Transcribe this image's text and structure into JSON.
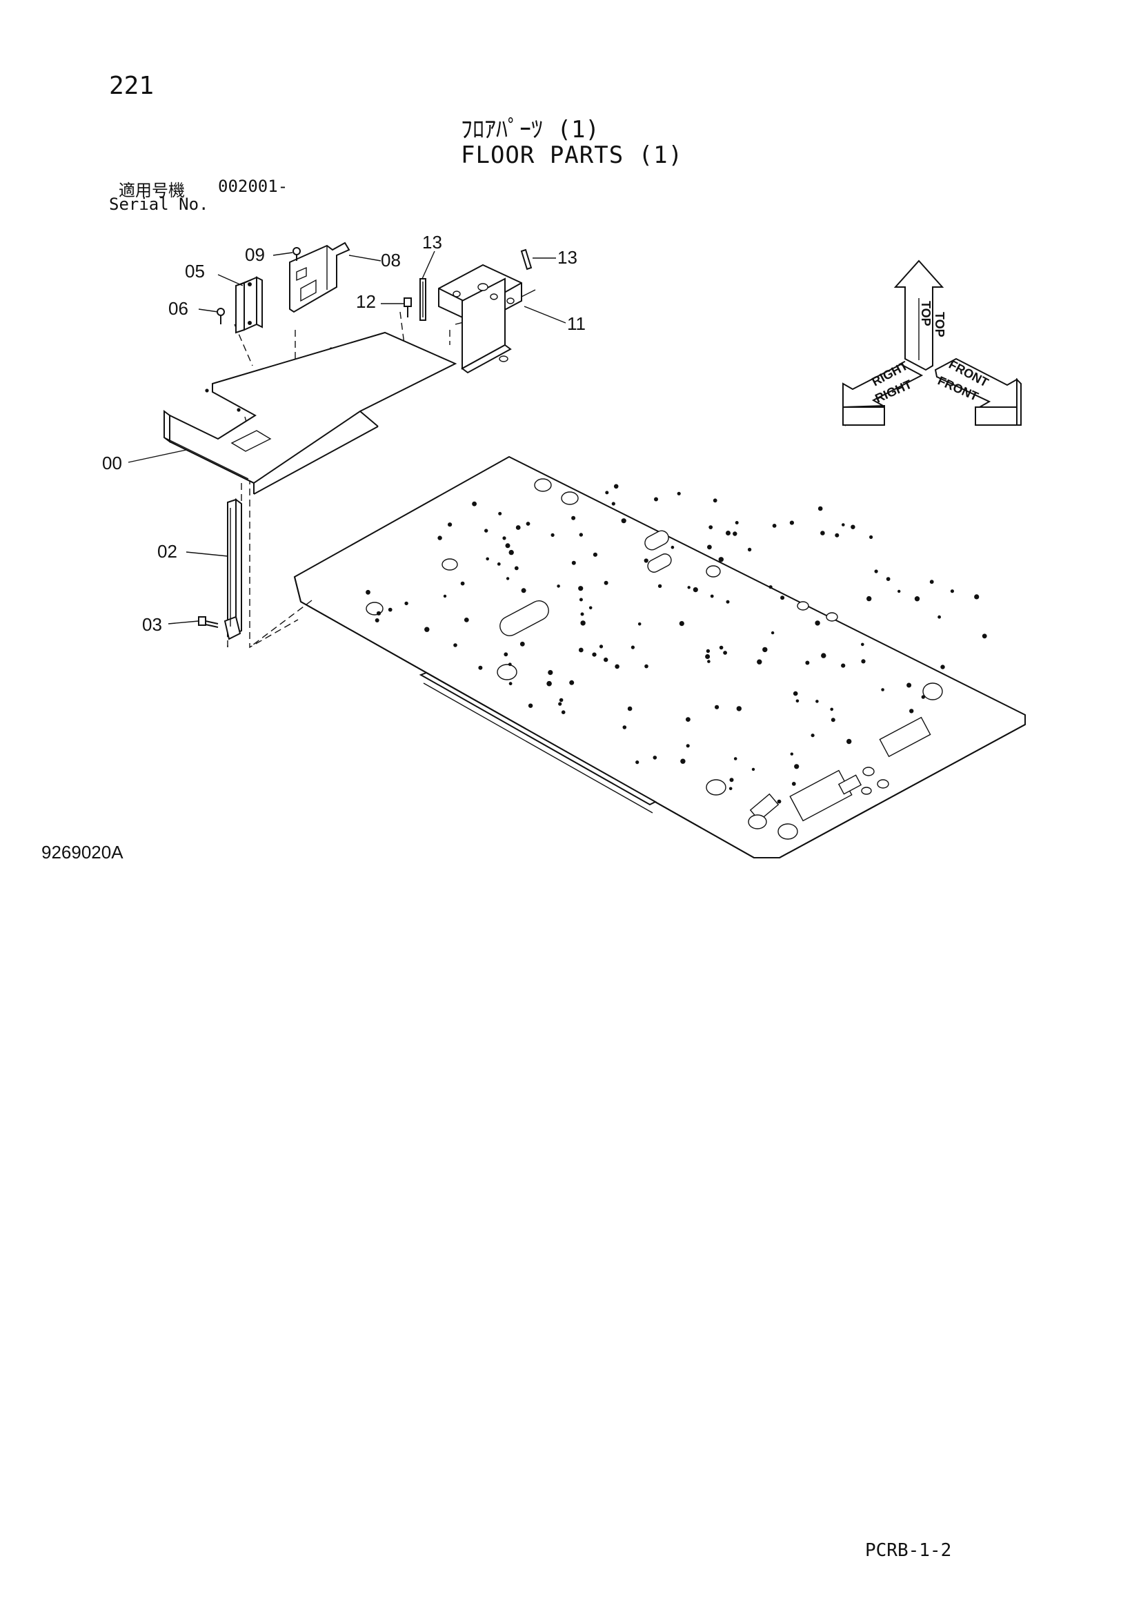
{
  "page_number": "221",
  "title_jp": "ﾌﾛｱﾊﾟｰﾂ (1)",
  "title_en": "FLOOR PARTS (1)",
  "serial_label_jp": "適用号機",
  "serial_value": "002001-",
  "serial_label_en": "Serial No.",
  "drawing_number": "9269020A",
  "page_code": "PCRB-1-2",
  "part_labels": {
    "p00": "00",
    "p02": "02",
    "p03": "03",
    "p05": "05",
    "p06": "06",
    "p08": "08",
    "p09": "09",
    "p11": "11",
    "p12": "12",
    "p13a": "13",
    "p13b": "13"
  },
  "orientation": {
    "top": "TOP",
    "right": "RIGHT",
    "front": "FRONT"
  }
}
